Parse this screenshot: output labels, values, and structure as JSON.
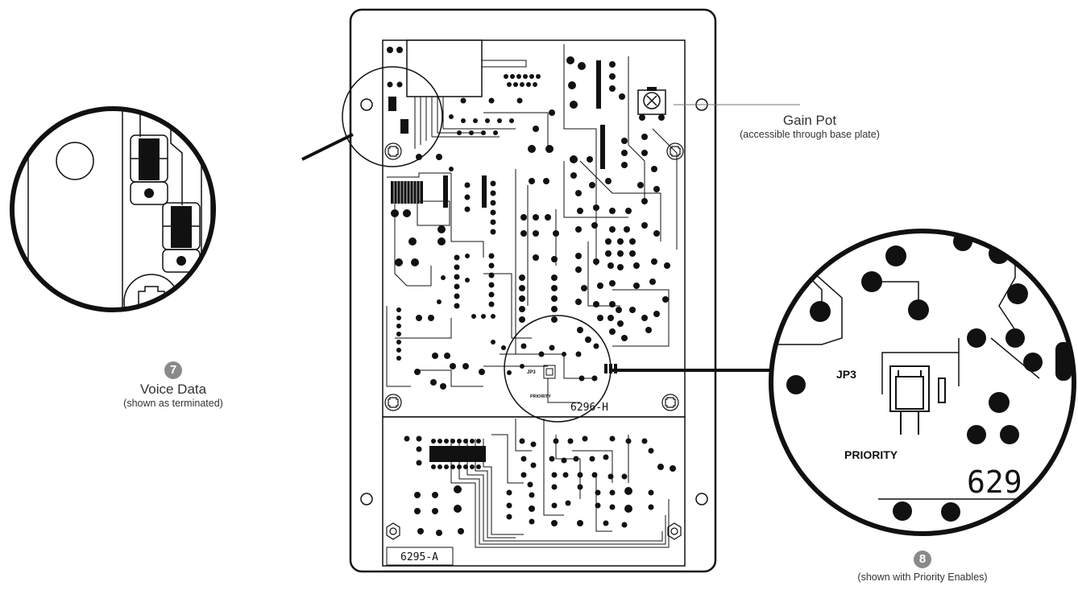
{
  "pcb": {
    "upper_board_label": "6296-H",
    "lower_board_label": "6295-A",
    "jumper_label": "JP3",
    "priority_silk": "PRIORITY"
  },
  "callouts": {
    "gain_pot": {
      "title": "Gain Pot",
      "subtitle": "(accessible through base plate)"
    },
    "voice_data": {
      "number": "7",
      "title": "Voice Data",
      "subtitle": "(shown as terminated)"
    },
    "priority": {
      "number": "8",
      "subtitle": "(shown with Priority Enables)",
      "zoom_jumper_label": "JP3",
      "zoom_priority_label": "PRIORITY",
      "zoom_board_partial": "629"
    }
  },
  "colors": {
    "ink": "#111111",
    "badge": "#8a8a8a"
  }
}
